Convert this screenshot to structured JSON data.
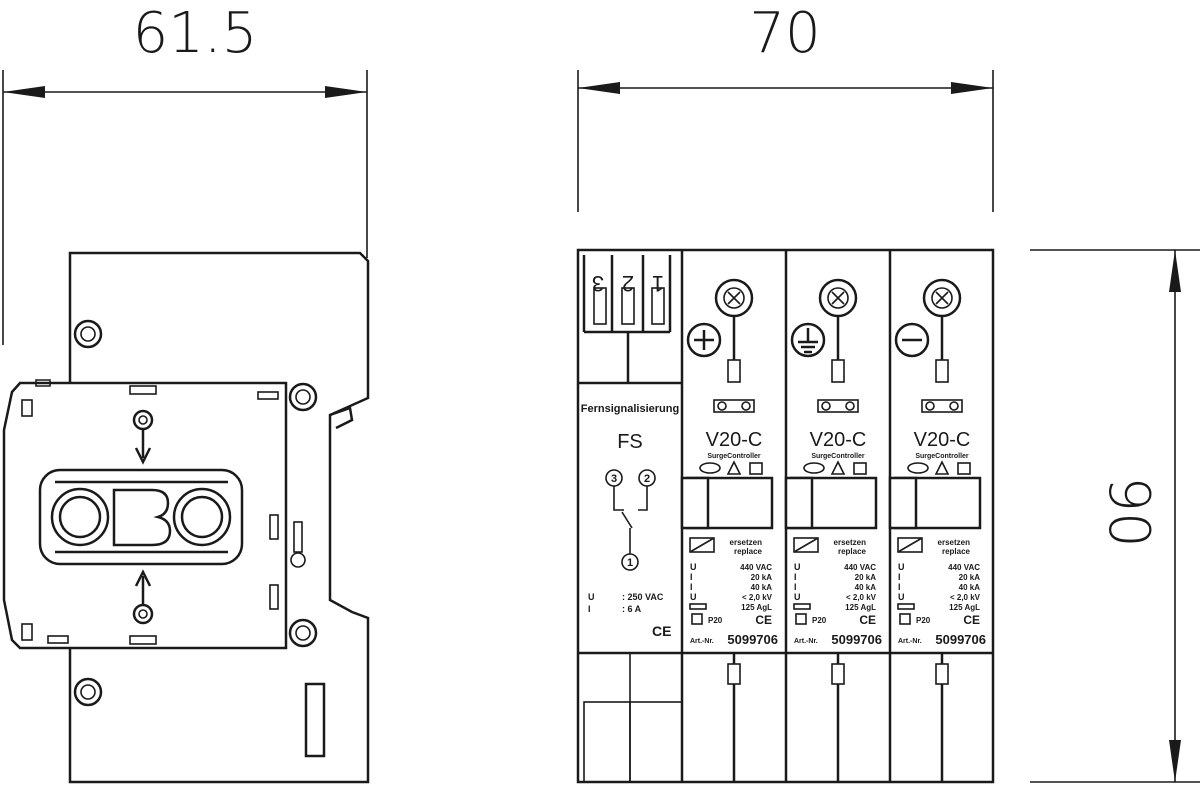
{
  "dimensions": {
    "side_width": "61.5",
    "front_width": "70",
    "height": "90"
  },
  "logo": "OBO",
  "remote_module": {
    "title": "Fernsignalisierung",
    "code": "FS",
    "terminals": [
      "3",
      "2",
      "1"
    ],
    "contacts": [
      "3",
      "2",
      "1"
    ],
    "rating_voltage": ": 250 VAC",
    "rating_current": ":    6 A",
    "ce": "CE"
  },
  "modules": [
    {
      "polarity": "plus",
      "model": "V20-C",
      "subtitle": "SurgeController",
      "replace_de": "ersetzen",
      "replace_en": "replace",
      "spec_uc": "440 VAC",
      "spec_in": "20 kA",
      "spec_imax": "40 kA",
      "spec_up": "< 2,0 kV",
      "spec_fuse": "125 AgL",
      "p": "P20",
      "art_label": "Art.-Nr.",
      "art_no": "5099706",
      "ce": "CE"
    },
    {
      "polarity": "earth",
      "model": "V20-C",
      "subtitle": "SurgeController",
      "replace_de": "ersetzen",
      "replace_en": "replace",
      "spec_uc": "440 VAC",
      "spec_in": "20 kA",
      "spec_imax": "40 kA",
      "spec_up": "< 2,0 kV",
      "spec_fuse": "125 AgL",
      "p": "P20",
      "art_label": "Art.-Nr.",
      "art_no": "5099706",
      "ce": "CE"
    },
    {
      "polarity": "minus",
      "model": "V20-C",
      "subtitle": "SurgeController",
      "replace_de": "ersetzen",
      "replace_en": "replace",
      "spec_uc": "440 VAC",
      "spec_in": "20 kA",
      "spec_imax": "40 kA",
      "spec_up": "< 2,0 kV",
      "spec_fuse": "125 AgL",
      "p": "P20",
      "art_label": "Art.-Nr.",
      "art_no": "5099706",
      "ce": "CE"
    }
  ]
}
